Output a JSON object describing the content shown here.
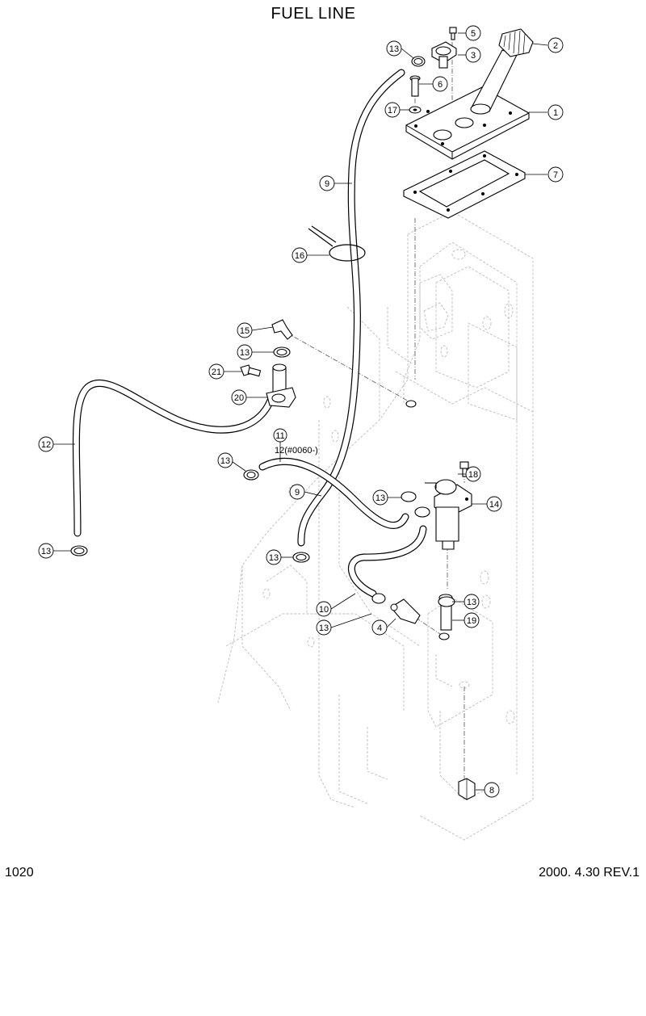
{
  "title": "FUEL LINE",
  "page_number": "1020",
  "revision": "2000. 4.30 REV.1",
  "callouts": [
    {
      "id": "c5",
      "label": "5"
    },
    {
      "id": "c2",
      "label": "2"
    },
    {
      "id": "c13a",
      "label": "13"
    },
    {
      "id": "c3",
      "label": "3"
    },
    {
      "id": "c6",
      "label": "6"
    },
    {
      "id": "c17",
      "label": "17"
    },
    {
      "id": "c1",
      "label": "1"
    },
    {
      "id": "c9a",
      "label": "9"
    },
    {
      "id": "c7",
      "label": "7"
    },
    {
      "id": "c16",
      "label": "16"
    },
    {
      "id": "c15",
      "label": "15"
    },
    {
      "id": "c13b",
      "label": "13"
    },
    {
      "id": "c21",
      "label": "21"
    },
    {
      "id": "c20",
      "label": "20"
    },
    {
      "id": "c12",
      "label": "12"
    },
    {
      "id": "c13c",
      "label": "13"
    },
    {
      "id": "c9b",
      "label": "9"
    },
    {
      "id": "c13d",
      "label": "13"
    },
    {
      "id": "c18",
      "label": "18"
    },
    {
      "id": "c14",
      "label": "14"
    },
    {
      "id": "c13e",
      "label": "13"
    },
    {
      "id": "c13f",
      "label": "13"
    },
    {
      "id": "c10",
      "label": "10"
    },
    {
      "id": "c13g",
      "label": "13"
    },
    {
      "id": "c4",
      "label": "4"
    },
    {
      "id": "c13h",
      "label": "13"
    },
    {
      "id": "c19",
      "label": "19"
    },
    {
      "id": "c8",
      "label": "8"
    }
  ],
  "text_labels": {
    "part11": "11",
    "part12_note": "12(#0060-)"
  }
}
